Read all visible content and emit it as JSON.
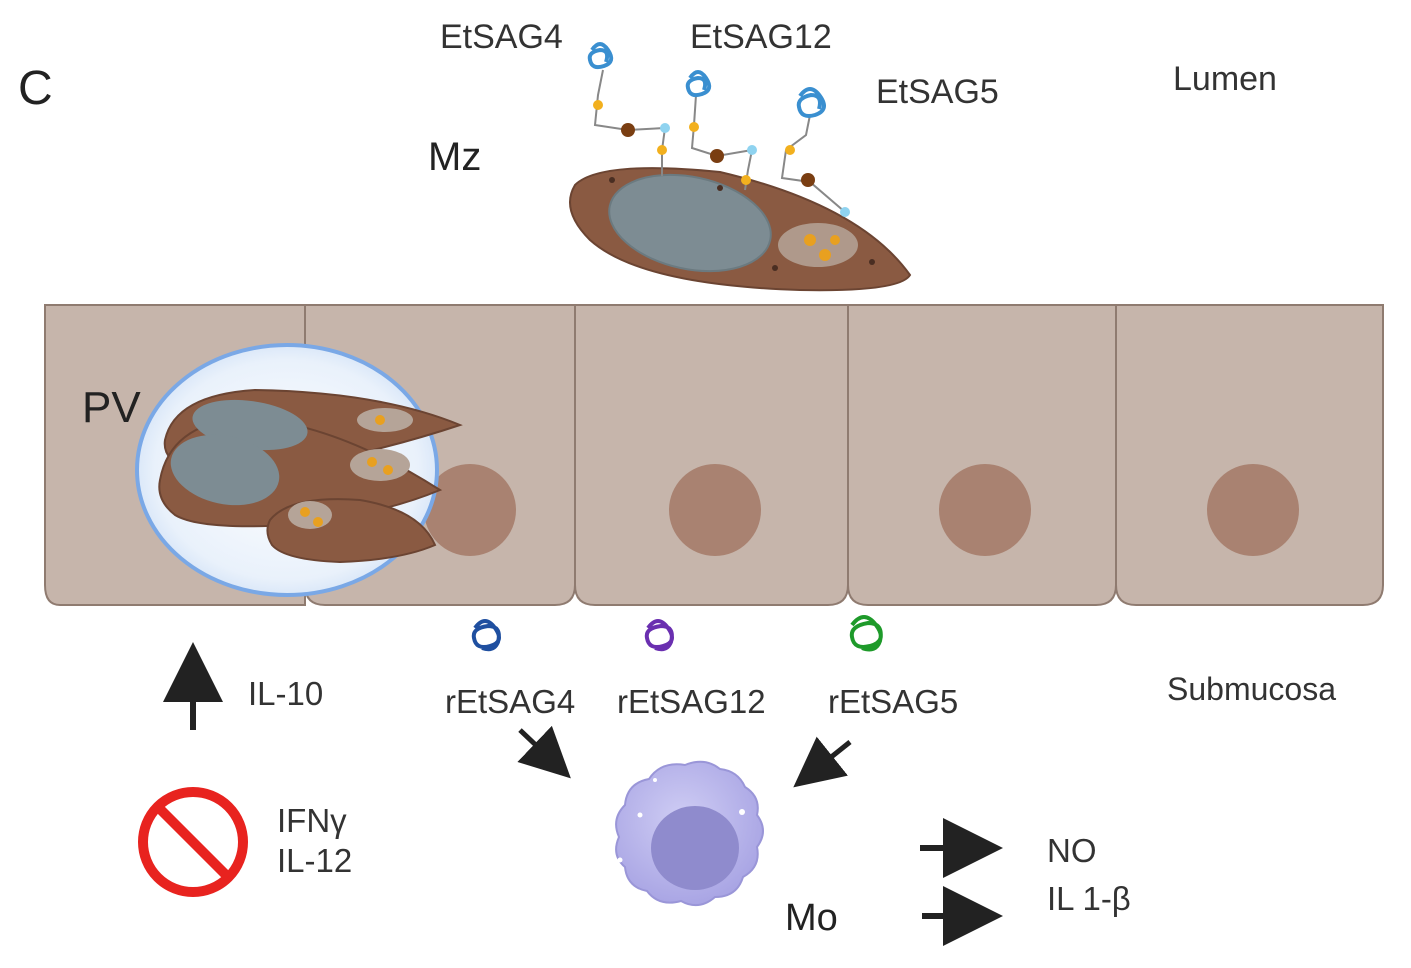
{
  "panel_label": "C",
  "regions": {
    "lumen": "Lumen",
    "submucosa": "Submucosa"
  },
  "merozoite": {
    "label": "Mz",
    "antigens": [
      "EtSAG4",
      "EtSAG12",
      "EtSAG5"
    ]
  },
  "vacuole": {
    "label": "PV"
  },
  "recombinant": [
    {
      "label": "rEtSAG4",
      "color": "#1f4fa0"
    },
    {
      "label": "rEtSAG12",
      "color": "#6a2fb0"
    },
    {
      "label": "rEtSAG5",
      "color": "#1e9a2a"
    }
  ],
  "cytokines": {
    "up": "IL-10",
    "blocked": [
      "IFNγ",
      "IL-12"
    ]
  },
  "monocyte": {
    "label": "Mo"
  },
  "outputs": [
    "NO",
    "IL 1-β"
  ],
  "colors": {
    "epithelium": "#c6b5ab",
    "cell_border": "#8f7b70",
    "nucleus": "#a98271",
    "parasite": "#8a5a42",
    "monocyte": "#b9b6ec",
    "vacuole_ring": "#7aa8e6",
    "prohibit": "#e8231f",
    "glycoprotein": "#3a8fd0"
  }
}
